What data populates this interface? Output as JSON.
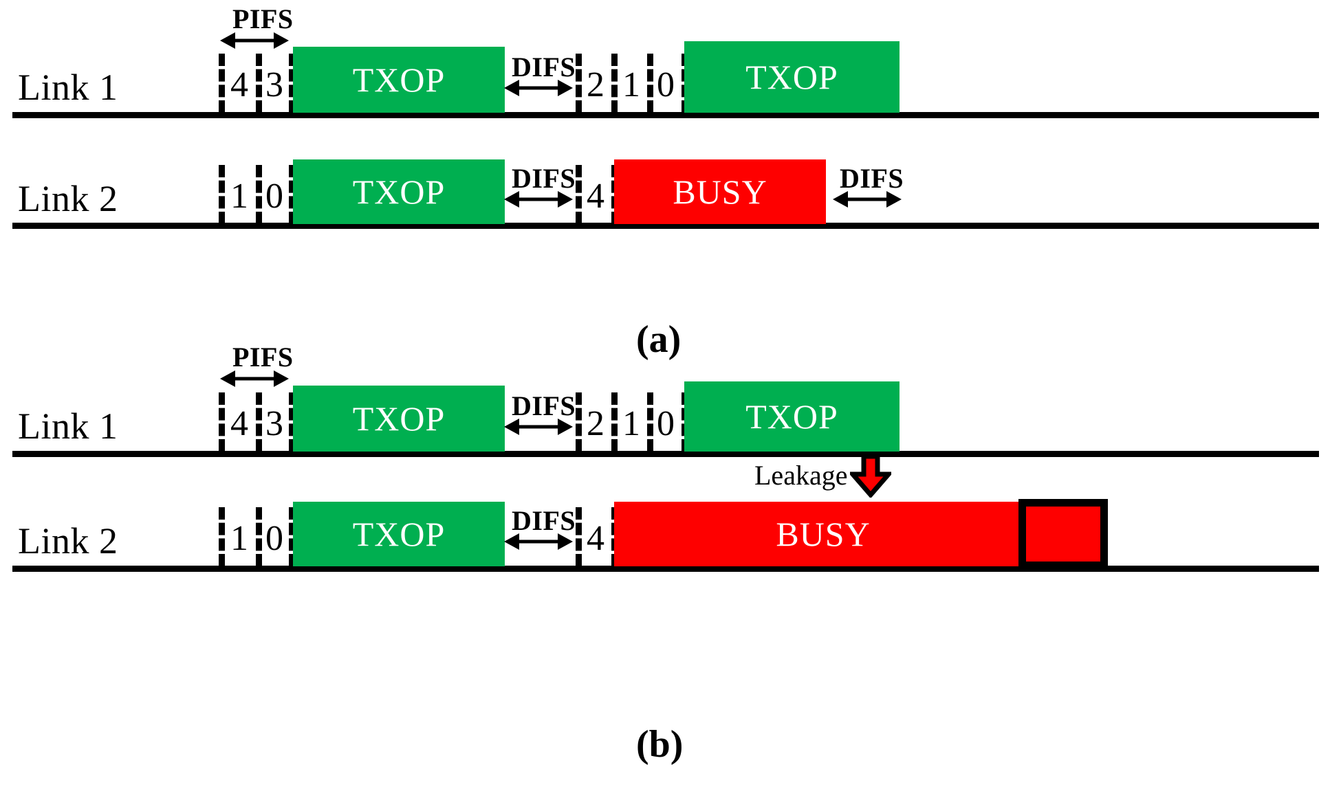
{
  "figure": {
    "type": "timing-diagram",
    "description": "IEEE 802.11 multi-link channel access timing diagram comparing two scenarios",
    "colors": {
      "busy": "#FE0000",
      "txop": "#00AF50",
      "line": "#000000",
      "leakage_fill": "#FE0000",
      "leakage_border": "#000000"
    }
  },
  "panels": [
    {
      "caption": "(a)",
      "links": [
        {
          "label": "Link 1",
          "ifs": [
            {
              "name": "PIFS"
            },
            {
              "name": "DIFS"
            }
          ],
          "slots": [
            "4",
            "3",
            "2",
            "1",
            "0"
          ],
          "blocks": [
            {
              "text": "TXOP",
              "kind": "green"
            },
            {
              "text": "TXOP",
              "kind": "green"
            }
          ]
        },
        {
          "label": "Link 2",
          "ifs": [
            {
              "name": "DIFS"
            },
            {
              "name": "DIFS"
            }
          ],
          "slots": [
            "1",
            "0",
            "4"
          ],
          "blocks": [
            {
              "text": "TXOP",
              "kind": "green"
            },
            {
              "text": "BUSY",
              "kind": "red"
            }
          ]
        }
      ]
    },
    {
      "caption": "(b)",
      "links": [
        {
          "label": "Link 1",
          "ifs": [
            {
              "name": "PIFS"
            },
            {
              "name": "DIFS"
            }
          ],
          "slots": [
            "4",
            "3",
            "2",
            "1",
            "0"
          ],
          "blocks": [
            {
              "text": "TXOP",
              "kind": "green"
            },
            {
              "text": "TXOP",
              "kind": "green"
            }
          ]
        },
        {
          "label": "Link 2",
          "ifs": [
            {
              "name": "DIFS"
            }
          ],
          "slots": [
            "1",
            "0",
            "4"
          ],
          "blocks": [
            {
              "text": "TXOP",
              "kind": "green"
            },
            {
              "text": "BUSY",
              "kind": "red"
            },
            {
              "text": "",
              "kind": "leak"
            }
          ],
          "annotation": {
            "text": "Leakage",
            "icon": "down-arrow-icon"
          }
        }
      ]
    }
  ],
  "panel_a": {
    "caption": "(a)",
    "link1": {
      "label": "Link 1",
      "pifs_label": "PIFS",
      "difs_label": "DIFS",
      "slot_a": "4",
      "slot_b": "3",
      "slot_c": "2",
      "slot_d": "1",
      "slot_e": "0",
      "txop1": "TXOP",
      "txop2": "TXOP"
    },
    "link2": {
      "label": "Link 2",
      "slot_a": "1",
      "slot_b": "0",
      "difs_label": "DIFS",
      "slot_c": "4",
      "txop1": "TXOP",
      "busy": "BUSY",
      "difs_label2": "DIFS"
    }
  },
  "panel_b": {
    "caption": "(b)",
    "link1": {
      "label": "Link 1",
      "pifs_label": "PIFS",
      "difs_label": "DIFS",
      "slot_a": "4",
      "slot_b": "3",
      "slot_c": "2",
      "slot_d": "1",
      "slot_e": "0",
      "txop1": "TXOP",
      "txop2": "TXOP"
    },
    "link2": {
      "label": "Link 2",
      "slot_a": "1",
      "slot_b": "0",
      "difs_label": "DIFS",
      "slot_c": "4",
      "txop1": "TXOP",
      "busy": "BUSY",
      "leakage_label": "Leakage"
    }
  }
}
